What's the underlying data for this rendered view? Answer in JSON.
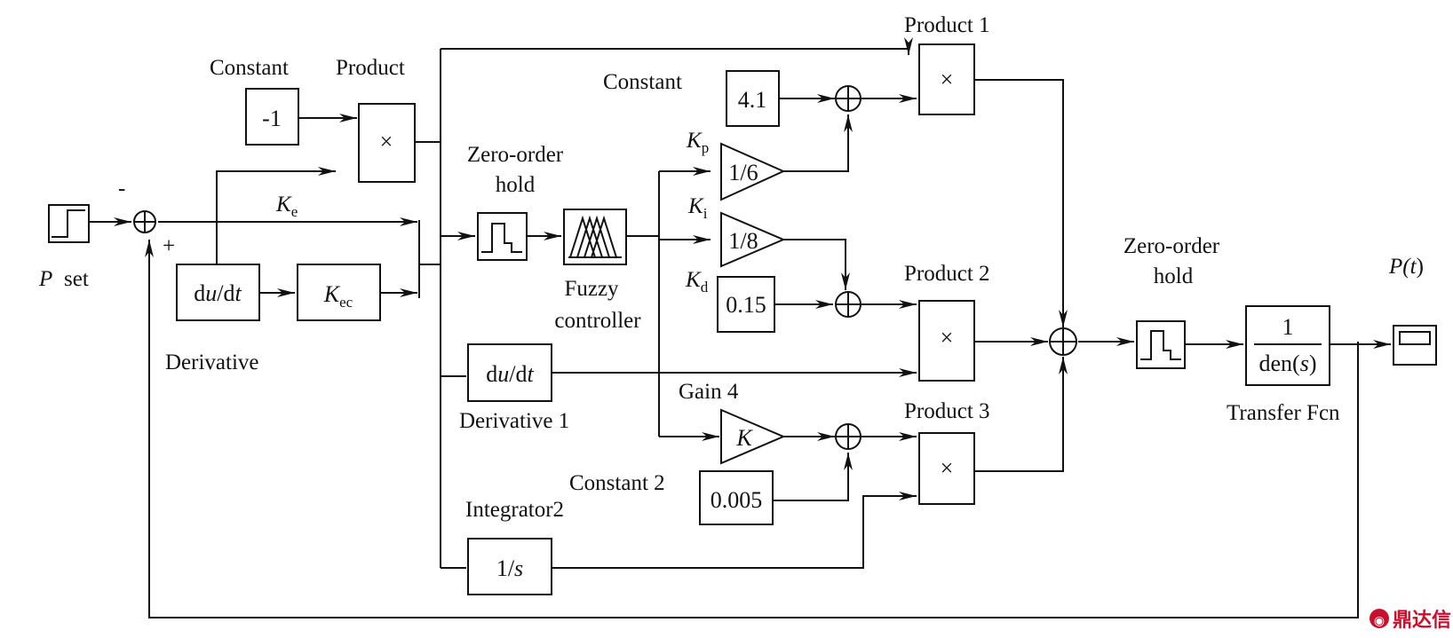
{
  "blocks": {
    "p_set": {
      "label": "P set",
      "symbol": "P"
    },
    "constant": {
      "label": "Constant",
      "value": "-1"
    },
    "product": {
      "label": "Product",
      "op": "×"
    },
    "ke": {
      "symbol": "K",
      "sub": "e"
    },
    "derivative": {
      "label": "Derivative",
      "d": "d",
      "u": "u",
      "slash": "/d",
      "t": "t"
    },
    "kec": {
      "symbol": "K",
      "sub": "ec"
    },
    "zoh1": {
      "line1": "Zero-order",
      "line2": "hold"
    },
    "fuzzy": {
      "line1": "Fuzzy",
      "line2": "controller"
    },
    "derivative1": {
      "label": "Derivative 1",
      "d": "d",
      "u": "u",
      "slash": "/d",
      "t": "t"
    },
    "integrator2": {
      "label": "Integrator2",
      "num": "1/",
      "var": "s"
    },
    "constant_top": {
      "label": "Constant",
      "value": "4.1"
    },
    "kp": {
      "symbol": "K",
      "sub": "p",
      "gain": "1/6"
    },
    "ki": {
      "symbol": "K",
      "sub": "i",
      "gain": "1/8"
    },
    "kd": {
      "symbol": "K",
      "sub": "d",
      "value": "0.15"
    },
    "gain4": {
      "label": "Gain 4",
      "gain": "K"
    },
    "constant2": {
      "label": "Constant 2",
      "value": "0.005"
    },
    "product1": {
      "label": "Product 1",
      "op": "×"
    },
    "product2": {
      "label": "Product 2",
      "op": "×"
    },
    "product3": {
      "label": "Product 3",
      "op": "×"
    },
    "zoh2": {
      "line1": "Zero-order",
      "line2": "hold"
    },
    "tf": {
      "label": "Transfer Fcn",
      "num": "1",
      "den_a": "den(",
      "den_b": "s",
      "den_c": ")"
    },
    "pt": {
      "label_a": "P(",
      "label_b": "t",
      "label_c": ")"
    }
  },
  "signs": {
    "minus": "-",
    "plus": "+"
  },
  "watermark": "鼎达信"
}
